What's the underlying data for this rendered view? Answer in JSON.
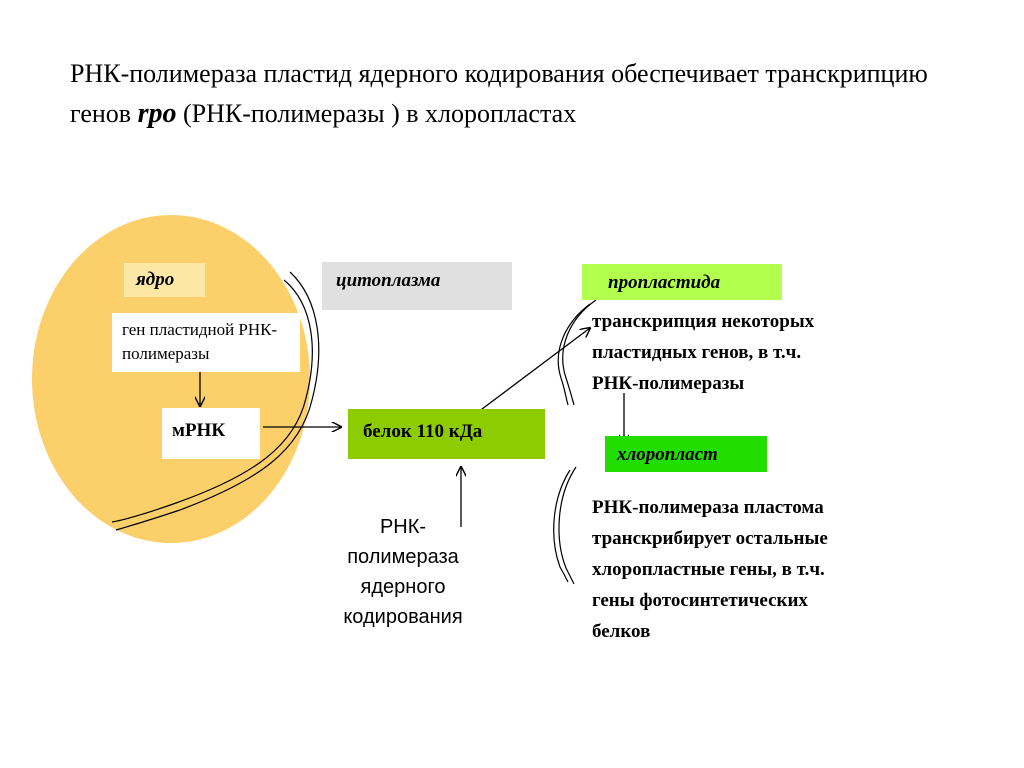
{
  "title": {
    "part1": "РНК-полимераза пластид  ядерного кодирования обеспечивает  транскрипцию генов ",
    "gene": "rpo",
    "part2": " (РНК-полимеразы )  в хлоропластах"
  },
  "diagram": {
    "nucleus_label": "ядро",
    "gene_box": "ген пластидной РНК-полимеразы",
    "mrna_box": "мРНК",
    "cytoplasm_label": "цитоплазма",
    "protein_box": "белок 110 кДа",
    "caption": "РНК-\nполимераза\nядерного\nкодирования",
    "proplastid_label": "пропластида",
    "proplastid_text": "транскрипция некоторых\nпластидных генов, в т.ч.\nРНК-полимеразы",
    "chloroplast_label": "хлоропласт",
    "chloroplast_text": "РНК-полимераза пластома\nтранскрибирует  остальные\nхлоропластные  гены, в т.ч.\nгены фотосинтетических\nбелков"
  },
  "colors": {
    "nucleus_fill": "#fbcf6a",
    "nucleus_label_bg": "#fde7a5",
    "cytoplasm_bg": "#e0e0e0",
    "protein_bg": "#8ccc00",
    "proplastid_bg": "#b2ff4e",
    "chloroplast_bg": "#22dd00"
  }
}
